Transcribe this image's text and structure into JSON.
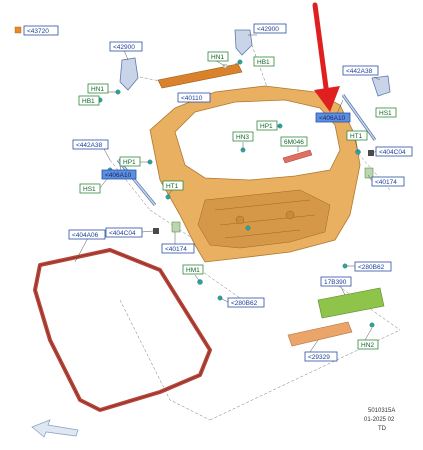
{
  "labels": {
    "l_43720": "<43720",
    "l_42900_a": "<42900",
    "l_42900_b": "<42900",
    "hn1_top": "HN1",
    "hb1_top": "HB1",
    "hn1_left": "HN1",
    "hb1_left": "HB1",
    "l_40110": "<40110",
    "l_442a38_r": "<442A38",
    "hs1_r": "HS1",
    "l_406a10_r": "<406A10",
    "hp1_top": "HP1",
    "hn3": "HN3",
    "l_6m046": "6M046",
    "ht1_r": "HT1",
    "l_404c04_r": "<404C04",
    "l_40174_r": "<40174",
    "l_442a38_l": "<442A38",
    "hp1_left": "HP1",
    "l_406a10_l": "<406A10",
    "hs1_l": "HS1",
    "ht1_l": "HT1",
    "l_404a06": "<404A06",
    "l_404c04_l": "<404C04",
    "l_40174_l": "<40174",
    "l_280b62_r": "<280B62",
    "hm1": "HM1",
    "l_17b390": "17B390",
    "l_280b62_b": "<280B62",
    "l_29329": "<29329",
    "hn2": "HN2"
  },
  "footer": {
    "line1": "5010315A",
    "line2": "01-2025 02",
    "line3": "TD"
  },
  "colors": {
    "gate": "#e8b060",
    "gate_dark": "#c98a3a",
    "seal": "#b8453a",
    "arrow": "#e02020",
    "spoiler": "#d9822b",
    "green_plate": "#8fc44a",
    "highlight": "#5a8fe0"
  }
}
